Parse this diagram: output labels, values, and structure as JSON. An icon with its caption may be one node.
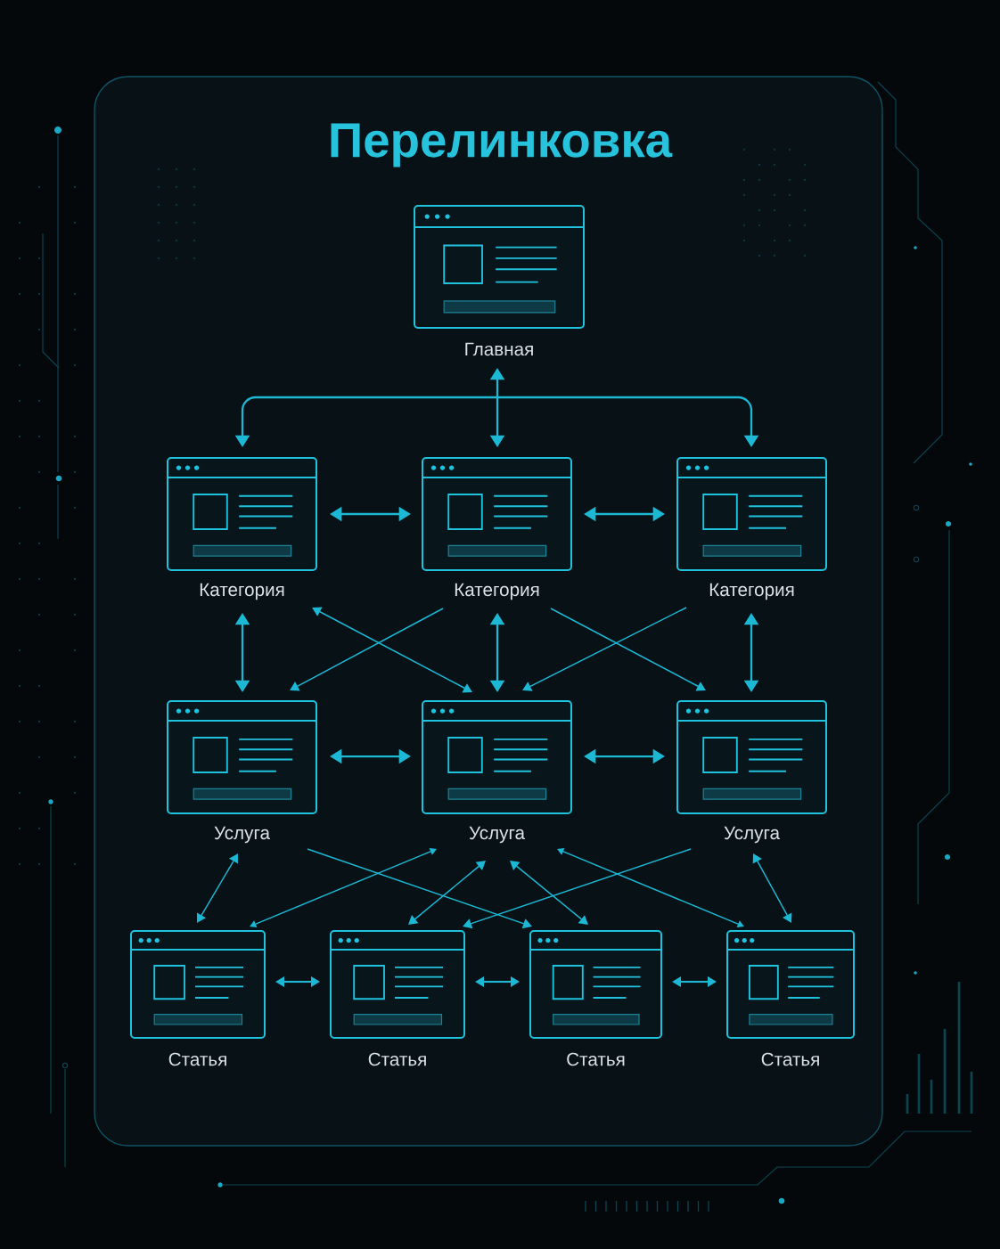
{
  "diagram": {
    "title": "Перелинковка",
    "nodes": [
      {
        "text": [
          "Главная"
        ]
      },
      {
        "text": [
          "Категория"
        ]
      },
      {
        "text": [
          "Категория"
        ]
      },
      {
        "text": [
          "Категория"
        ]
      },
      {
        "text": [
          "Услуга"
        ]
      },
      {
        "text": [
          "Услуга"
        ]
      },
      {
        "text": [
          "Услуга"
        ]
      },
      {
        "text": [
          "Статья"
        ]
      },
      {
        "text": [
          "Статья"
        ]
      },
      {
        "text": [
          "Статья"
        ]
      },
      {
        "text": [
          "Статья"
        ]
      }
    ],
    "edges": [
      {
        "from": 0,
        "to": 1,
        "arrow": "both"
      },
      {
        "from": 0,
        "to": 2,
        "arrow": "both"
      },
      {
        "from": 0,
        "to": 3,
        "arrow": "both"
      },
      {
        "from": 1,
        "to": 2,
        "arrow": "both"
      },
      {
        "from": 2,
        "to": 3,
        "arrow": "both"
      },
      {
        "from": 1,
        "to": 4,
        "arrow": "both"
      },
      {
        "from": 1,
        "to": 5,
        "arrow": "both"
      },
      {
        "from": 2,
        "to": 4,
        "arrow": "to"
      },
      {
        "from": 2,
        "to": 5,
        "arrow": "both"
      },
      {
        "from": 2,
        "to": 6,
        "arrow": "to"
      },
      {
        "from": 3,
        "to": 5,
        "arrow": "to"
      },
      {
        "from": 3,
        "to": 6,
        "arrow": "both"
      },
      {
        "from": 4,
        "to": 5,
        "arrow": "both"
      },
      {
        "from": 5,
        "to": 6,
        "arrow": "both"
      },
      {
        "from": 4,
        "to": 7,
        "arrow": "both"
      },
      {
        "from": 4,
        "to": 9,
        "arrow": "to"
      },
      {
        "from": 5,
        "to": 7,
        "arrow": "both"
      },
      {
        "from": 5,
        "to": 8,
        "arrow": "both"
      },
      {
        "from": 5,
        "to": 9,
        "arrow": "both"
      },
      {
        "from": 5,
        "to": 10,
        "arrow": "both"
      },
      {
        "from": 6,
        "to": 8,
        "arrow": "to"
      },
      {
        "from": 6,
        "to": 10,
        "arrow": "both"
      },
      {
        "from": 7,
        "to": 8,
        "arrow": "both"
      },
      {
        "from": 8,
        "to": 9,
        "arrow": "both"
      },
      {
        "from": 9,
        "to": 10,
        "arrow": "both"
      }
    ]
  }
}
